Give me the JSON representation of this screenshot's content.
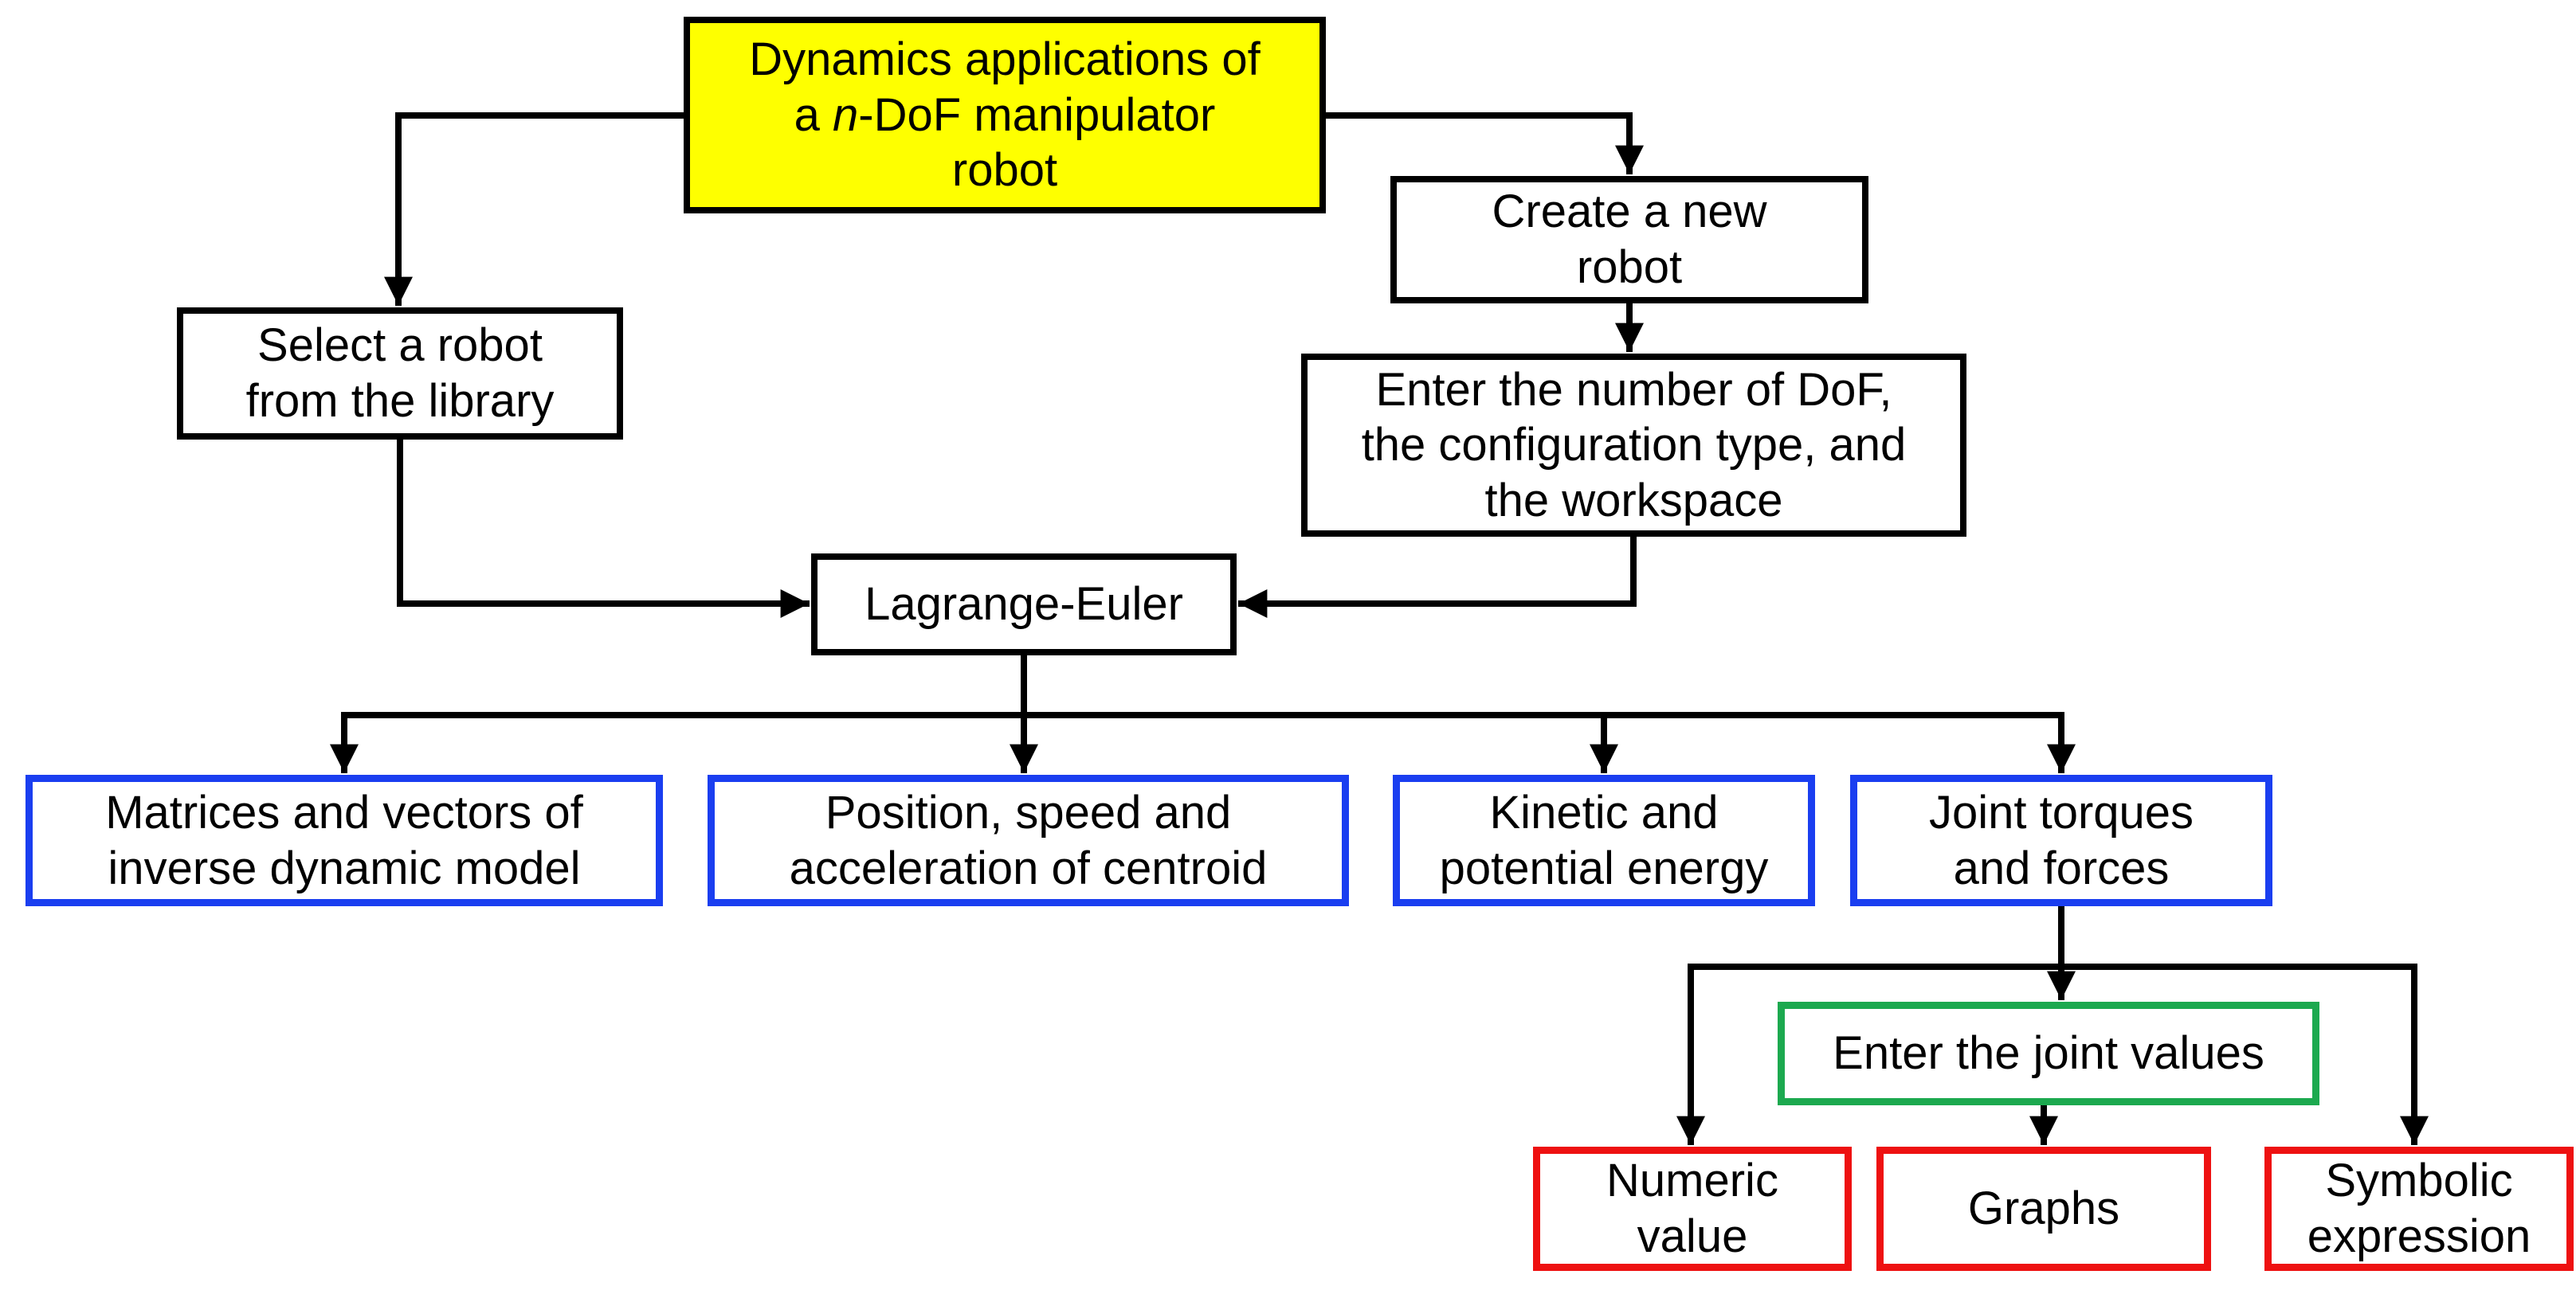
{
  "colors": {
    "page_bg": "#ffffff",
    "root_fill": "#feff00",
    "connector": "#000000",
    "result_border": "#1a3ef0",
    "input_border": "#1ca94f",
    "output_border": "#ee1111"
  },
  "nodes": {
    "root": {
      "line1": "Dynamics applications of",
      "line2_prefix": "a ",
      "line2_italic": "n",
      "line2_suffix": "-DoF manipulator",
      "line3": "robot"
    },
    "select_robot": {
      "line1": "Select a robot",
      "line2": "from the library"
    },
    "create_robot": {
      "line1": "Create a new",
      "line2": "robot"
    },
    "enter_dof": {
      "line1": "Enter the number of DoF,",
      "line2": "the configuration type, and",
      "line3": "the workspace"
    },
    "lagrange": {
      "label": "Lagrange-Euler"
    },
    "matrices": {
      "line1": "Matrices and vectors of",
      "line2": "inverse dynamic model"
    },
    "position": {
      "line1": "Position, speed and",
      "line2": "acceleration of centroid"
    },
    "kinetic": {
      "line1": "Kinetic and",
      "line2": "potential energy"
    },
    "joint_torques": {
      "line1": "Joint torques",
      "line2": "and forces"
    },
    "enter_joint_values": {
      "label": "Enter the joint values"
    },
    "numeric_value": {
      "line1": "Numeric",
      "line2": "value"
    },
    "graphs": {
      "label": "Graphs"
    },
    "symbolic_expression": {
      "line1": "Symbolic",
      "line2": "expression"
    }
  }
}
